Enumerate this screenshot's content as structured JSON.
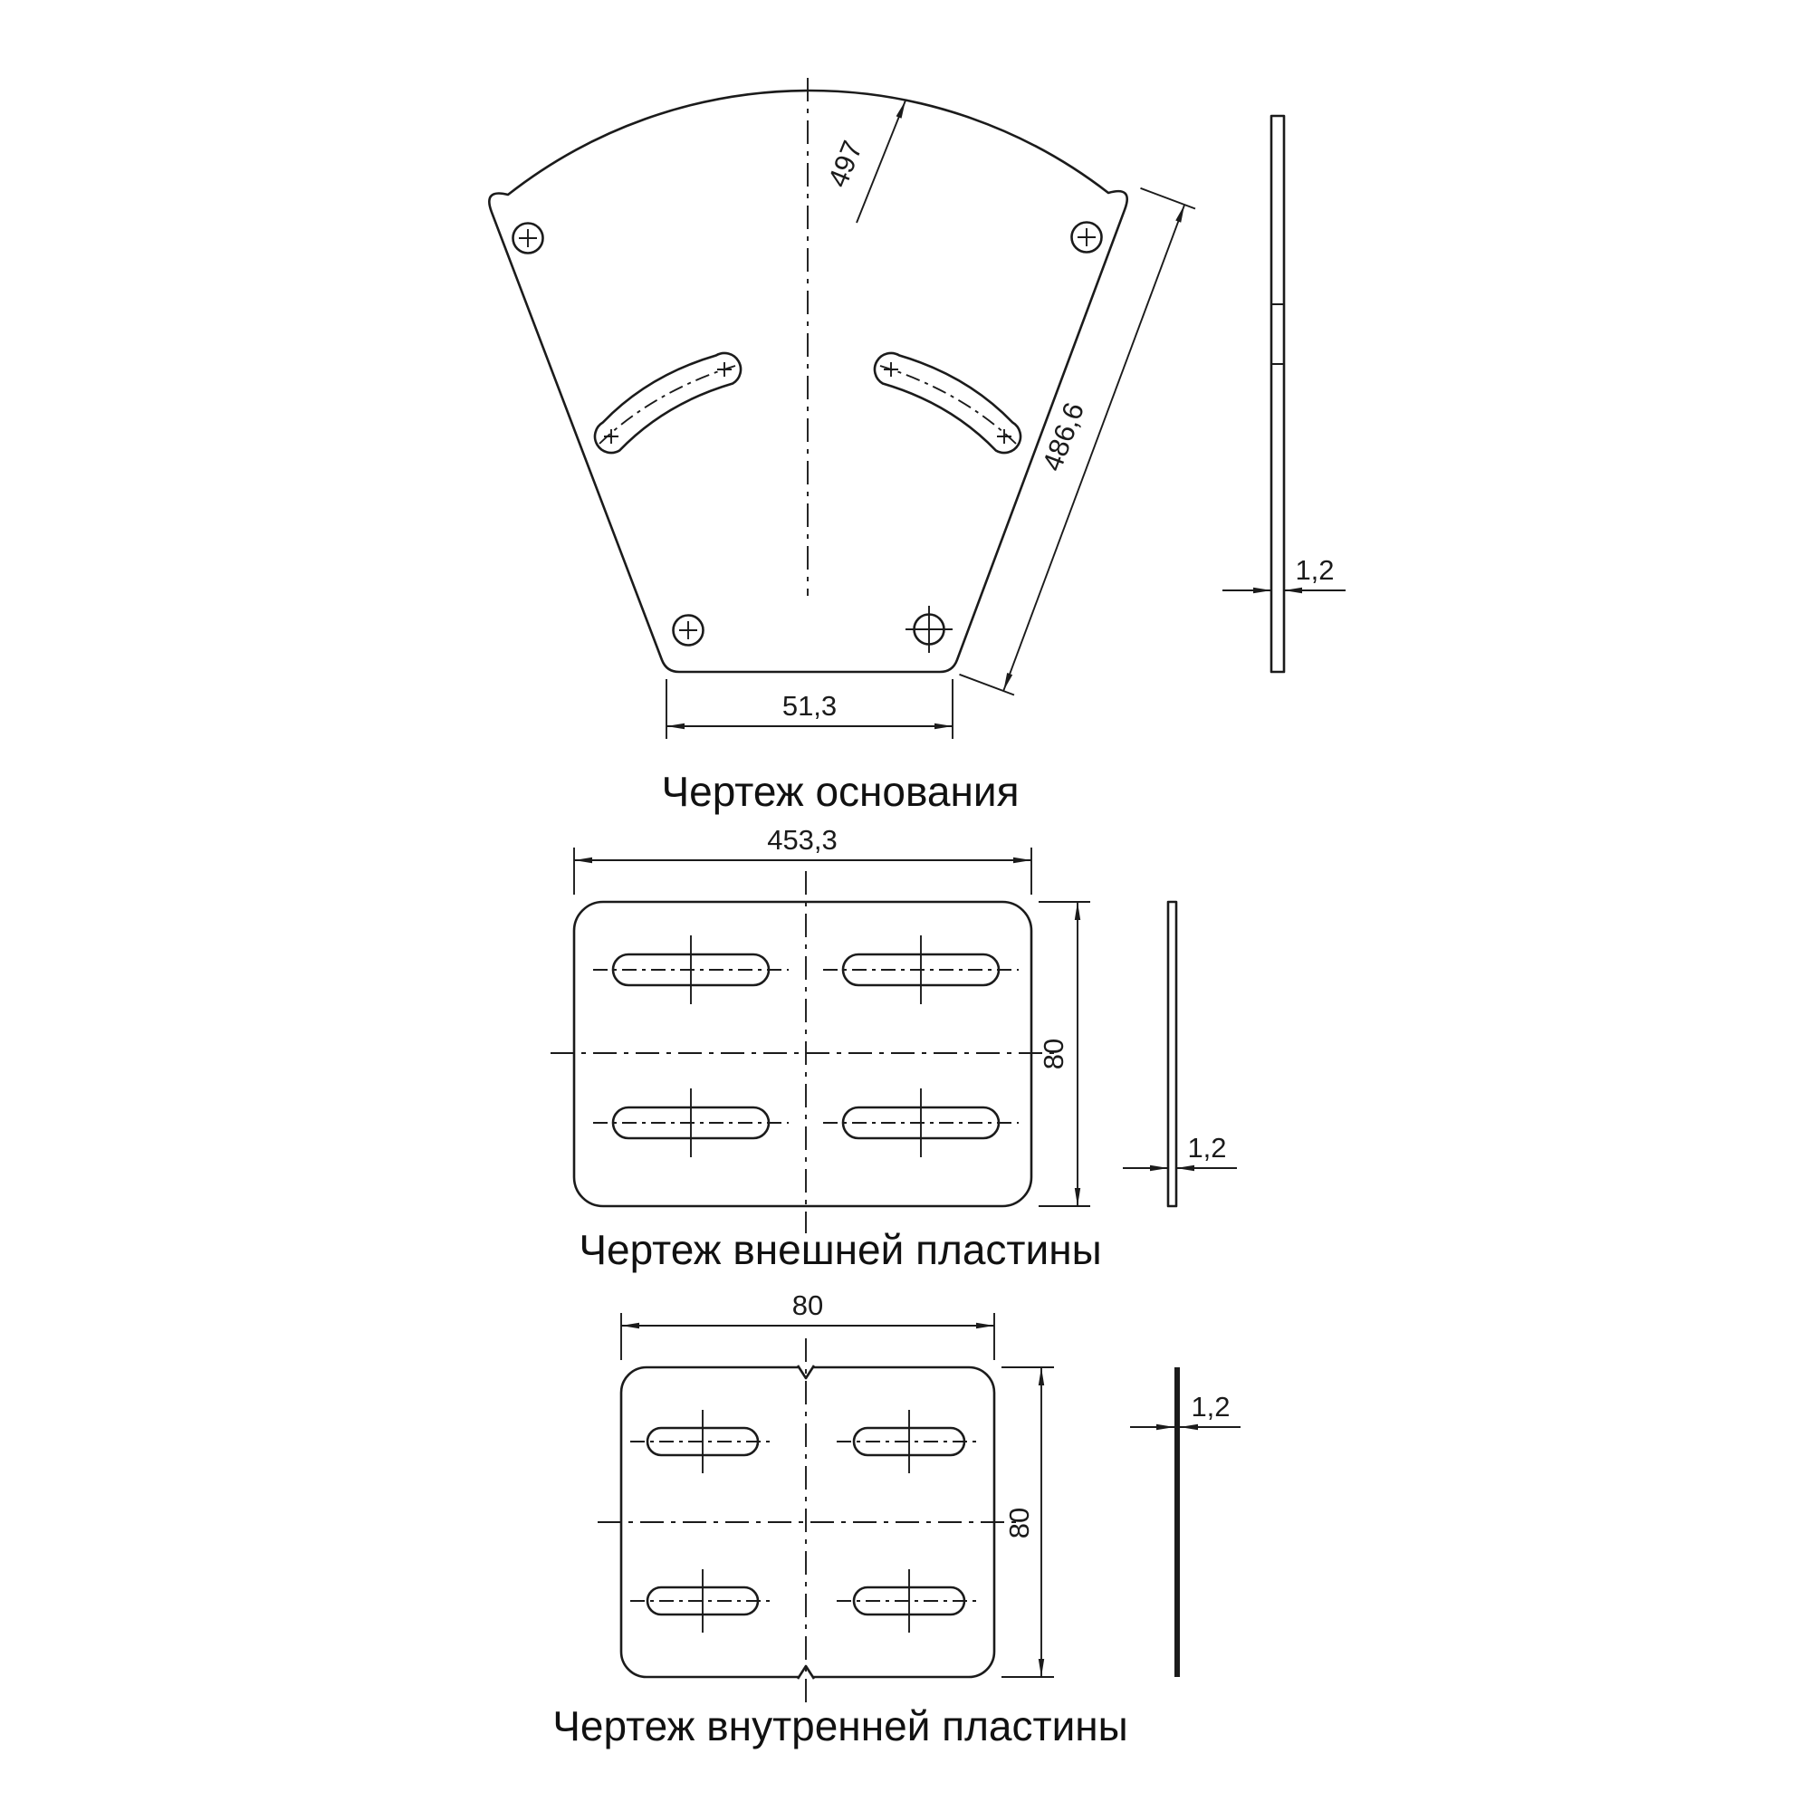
{
  "sheet": {
    "background": "#ffffff",
    "ink": "#1b1b1b"
  },
  "views": {
    "base": {
      "title": "Чертеж основания",
      "dims": {
        "arc_radius": "497",
        "slant_edge": "486,6",
        "bottom_width": "51,3",
        "thickness": "1,2"
      }
    },
    "outer_plate": {
      "title": "Чертеж внешней пластины",
      "dims": {
        "width": "453,3",
        "height": "80",
        "thickness": "1,2"
      }
    },
    "inner_plate": {
      "title": "Чертеж внутренней пластины",
      "dims": {
        "width": "80",
        "height": "80",
        "thickness": "1,2"
      }
    }
  }
}
